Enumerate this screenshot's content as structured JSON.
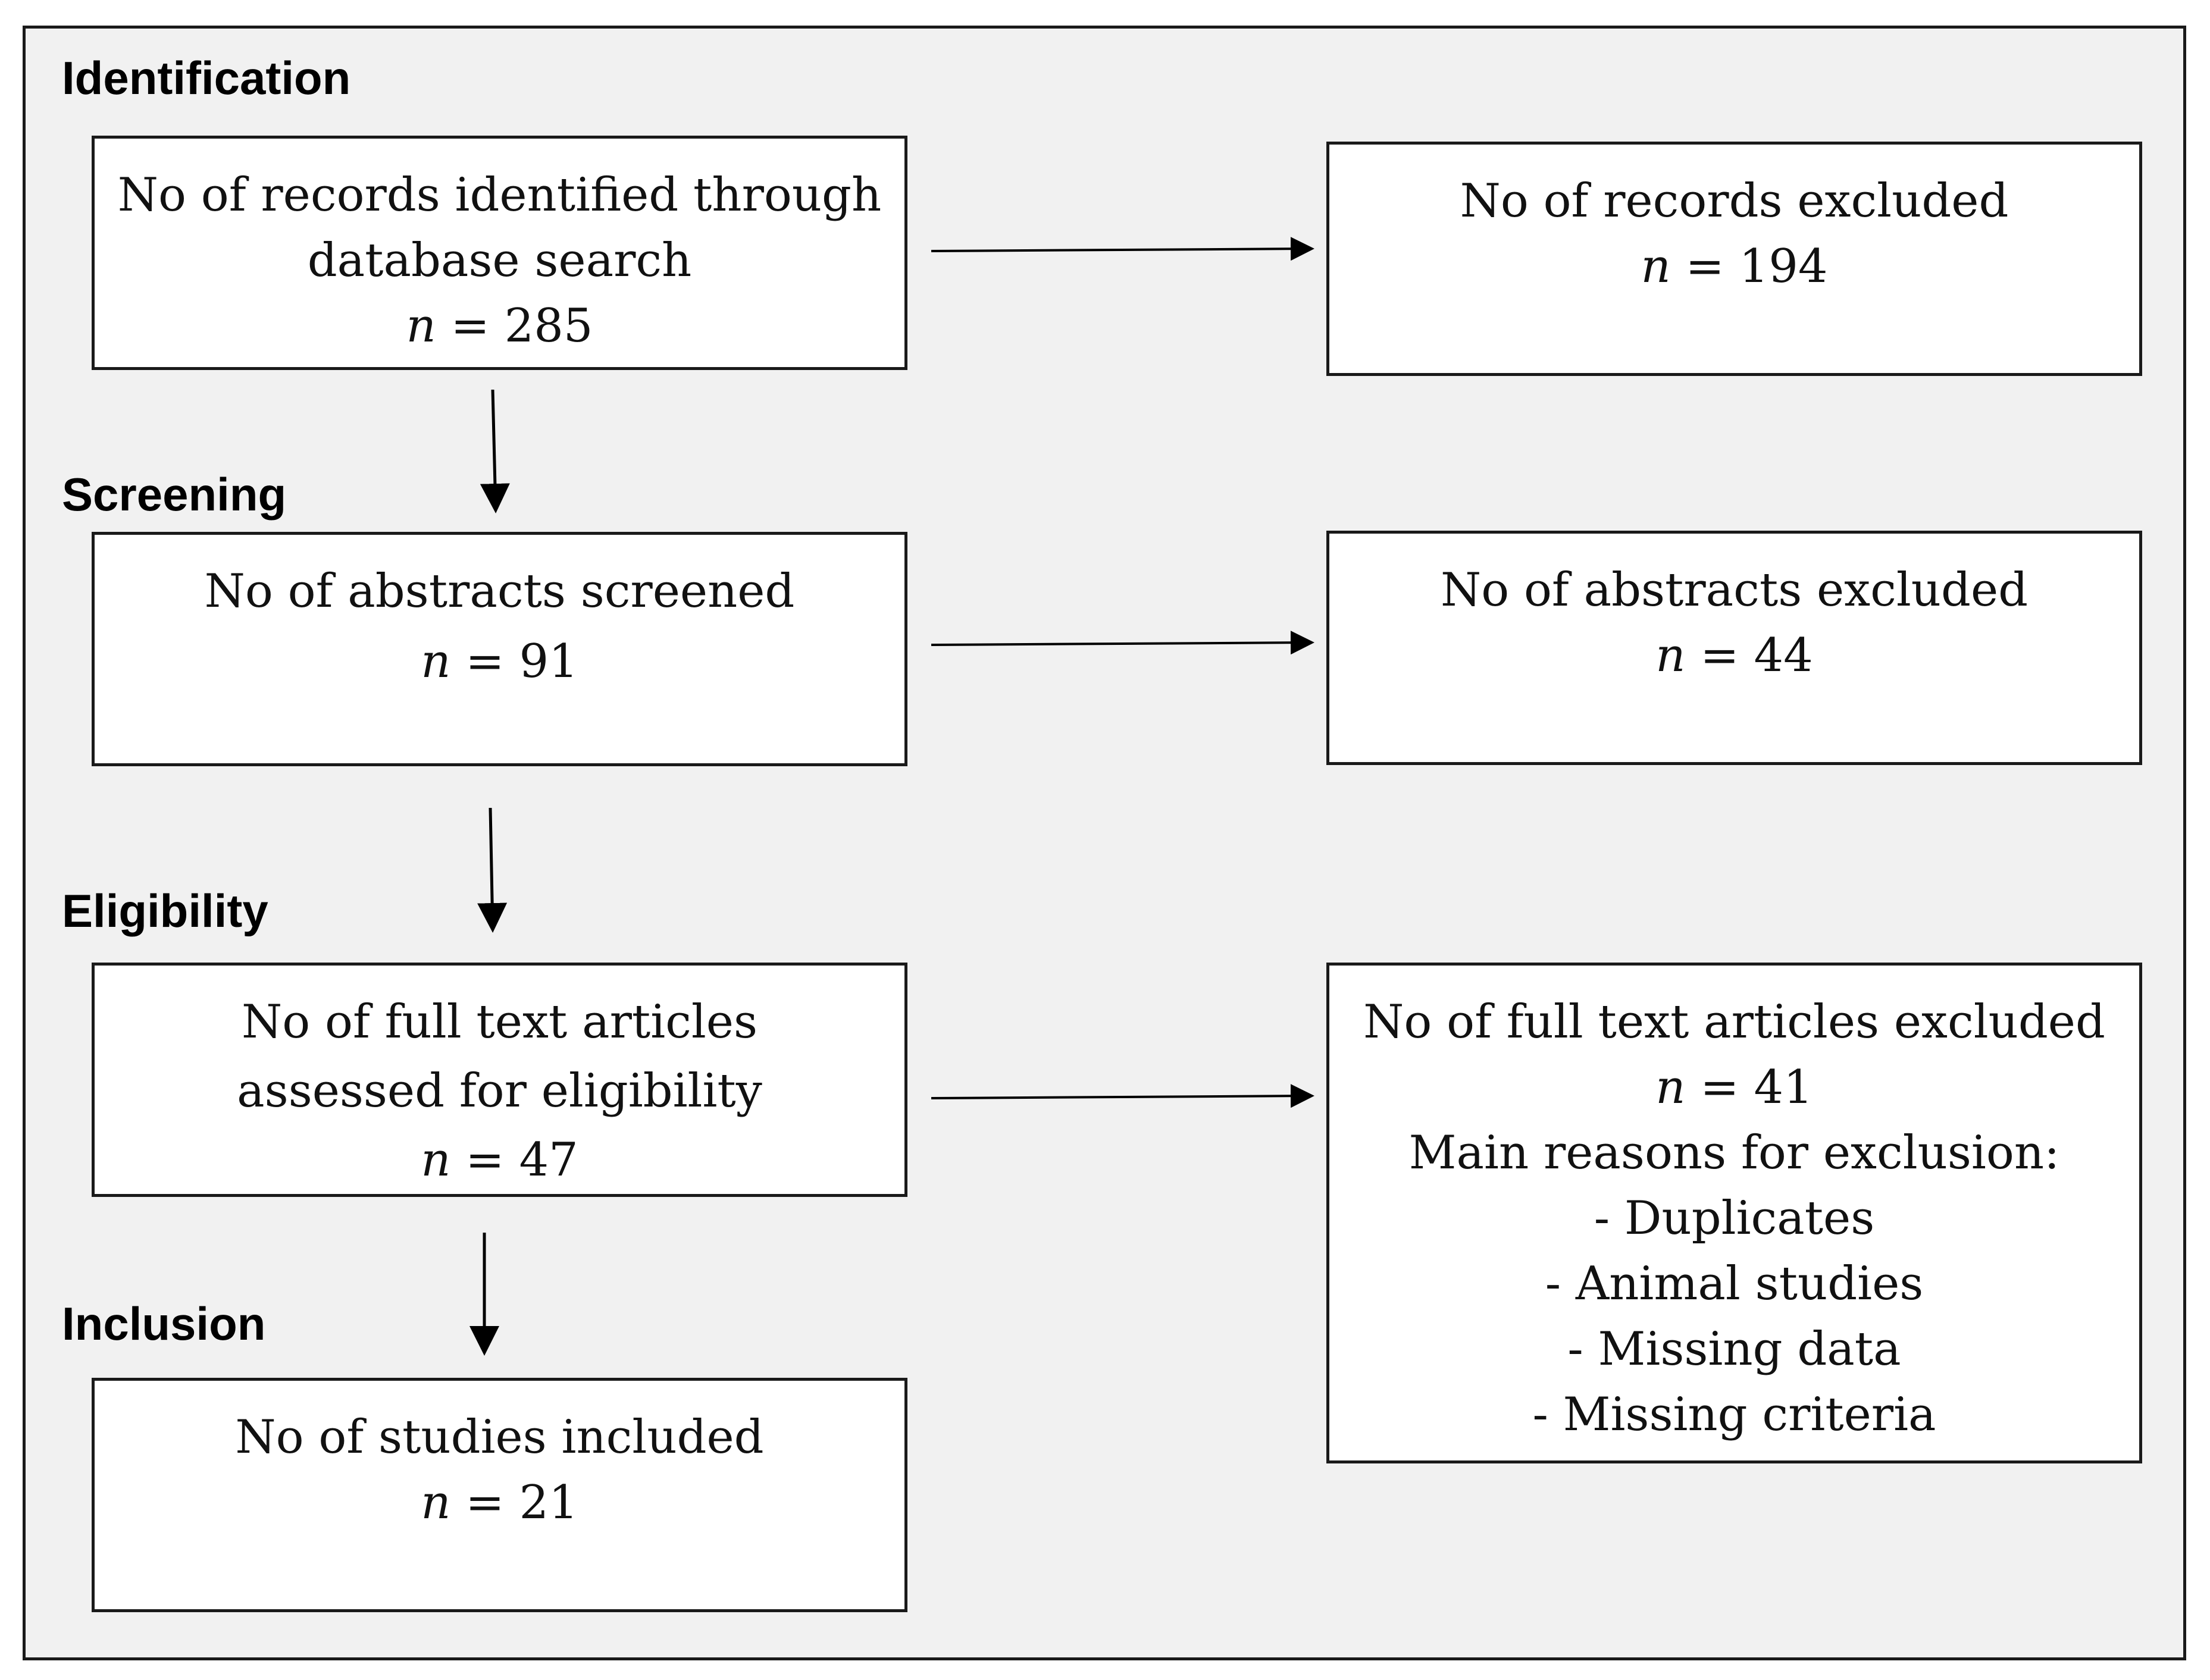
{
  "stages": {
    "identification": "Identification",
    "screening": "Screening",
    "eligibility": "Eligibility",
    "inclusion": "Inclusion"
  },
  "boxes": {
    "records_identified": {
      "lines": [
        "No of records identified through",
        "database search"
      ],
      "n_symbol": "n",
      "n_text": " = 285"
    },
    "records_excluded": {
      "lines": [
        "No of records excluded"
      ],
      "n_symbol": "n",
      "n_text": " = 194"
    },
    "abstracts_screened": {
      "lines": [
        "No of abstracts screened"
      ],
      "n_symbol": "n",
      "n_text": " = 91"
    },
    "abstracts_excluded": {
      "lines": [
        "No of abstracts excluded"
      ],
      "n_symbol": "n",
      "n_text": " = 44"
    },
    "fulltext_assessed": {
      "lines": [
        "No of full text articles",
        "assessed for eligibility"
      ],
      "n_symbol": "n",
      "n_text": " = 47"
    },
    "fulltext_excluded": {
      "lines": [
        "No of full text articles excluded"
      ],
      "n_symbol": "n",
      "n_text": " = 41",
      "reasons_title": "Main reasons for exclusion:",
      "reasons": [
        "- Duplicates",
        "- Animal studies",
        "- Missing data",
        "- Missing criteria"
      ]
    },
    "studies_included": {
      "lines": [
        "No of studies included"
      ],
      "n_symbol": "n",
      "n_text": " = 21"
    }
  }
}
